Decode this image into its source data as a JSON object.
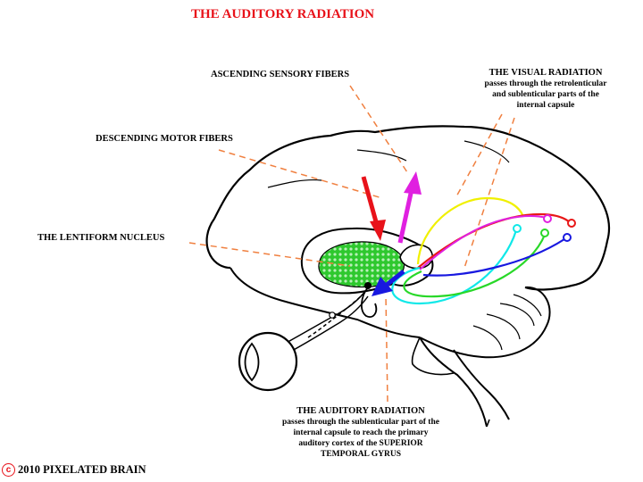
{
  "title": "THE AUDITORY RADIATION",
  "labels": {
    "ascending": "ASCENDING SENSORY FIBERS",
    "descending": "DESCENDING MOTOR FIBERS",
    "lentiform": "THE LENTIFORM NUCLEUS",
    "visual_heading": "THE VISUAL RADIATION",
    "visual_line1": "passes through the retrolenticular",
    "visual_line2": "and sublenticular parts of the",
    "visual_line3": "internal capsule",
    "auditory_heading": "THE AUDITORY RADIATION",
    "auditory_line1": "passes through the sublenticular part of the",
    "auditory_line2": "internal capsule to reach the primary",
    "auditory_line3": "auditory cortex of the SUPERIOR",
    "auditory_line4": "TEMPORAL GYRUS"
  },
  "copyright": {
    "symbol": "c",
    "text": "2010  PIXELATED BRAIN"
  },
  "colors": {
    "title": "#e8121a",
    "leader": "#f08040",
    "descending_arrow": "#e8121a",
    "ascending_arrow": "#e020e0",
    "auditory_arrow": "#1818e0",
    "lentiform_fill": "#2ec82e",
    "fiber_yellow": "#f0f000",
    "fiber_red": "#e81818",
    "fiber_magenta": "#e020e0",
    "fiber_cyan": "#10e8e8",
    "fiber_green": "#28d828",
    "fiber_blue": "#1818e0"
  }
}
